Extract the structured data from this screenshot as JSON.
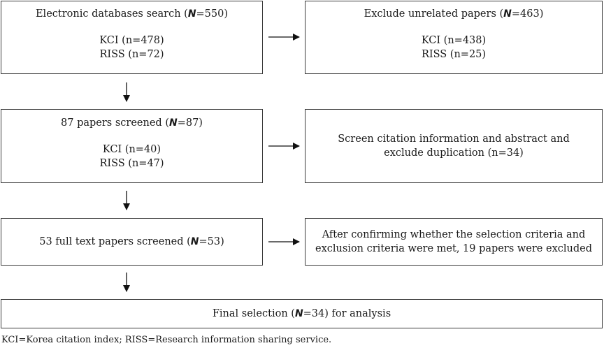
{
  "left_boxes": [
    {
      "pre": "Electronic databases search (",
      "n": "N",
      "post": "=550)",
      "lines": [
        "KCI (n=478)",
        "RISS (n=72)"
      ]
    },
    {
      "pre": "87 papers screened (",
      "n": "N",
      "post": "=87)",
      "lines": [
        "KCI (n=40)",
        "RISS (n=47)"
      ]
    },
    {
      "pre": "53 full text papers screened (",
      "n": "N",
      "post": "=53)",
      "lines": []
    }
  ],
  "right_boxes": [
    {
      "pre": "Exclude unrelated papers (",
      "n": "N",
      "post": "=463)",
      "lines": [
        "KCI (n=438)",
        "RISS (n=25)"
      ]
    },
    {
      "lines": [
        "Screen citation information and abstract and",
        "exclude duplication (n=34)"
      ]
    },
    {
      "lines": [
        "After confirming whether the selection criteria and",
        "exclusion criteria were met, 19 papers were excluded"
      ]
    }
  ],
  "final": {
    "pre": "Final selection (",
    "n": "N",
    "post": "=34) for analysis"
  },
  "footnote": "KCI=Korea citation index; RISS=Research information sharing service."
}
